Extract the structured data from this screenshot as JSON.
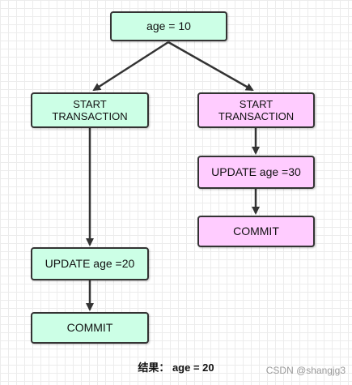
{
  "nodes": {
    "root": "age = 10",
    "start_a": "START\nTRANSACTION",
    "update_a": "UPDATE age =20",
    "commit_a": "COMMIT",
    "start_b": "START\nTRANSACTION",
    "update_b": "UPDATE age =30",
    "commit_b": "COMMIT"
  },
  "result": "结果： age = 20",
  "watermark": "CSDN @shangjg3",
  "colors": {
    "green_fill": "#ccffe6",
    "pink_fill": "#ffccff",
    "stroke": "#333333"
  }
}
